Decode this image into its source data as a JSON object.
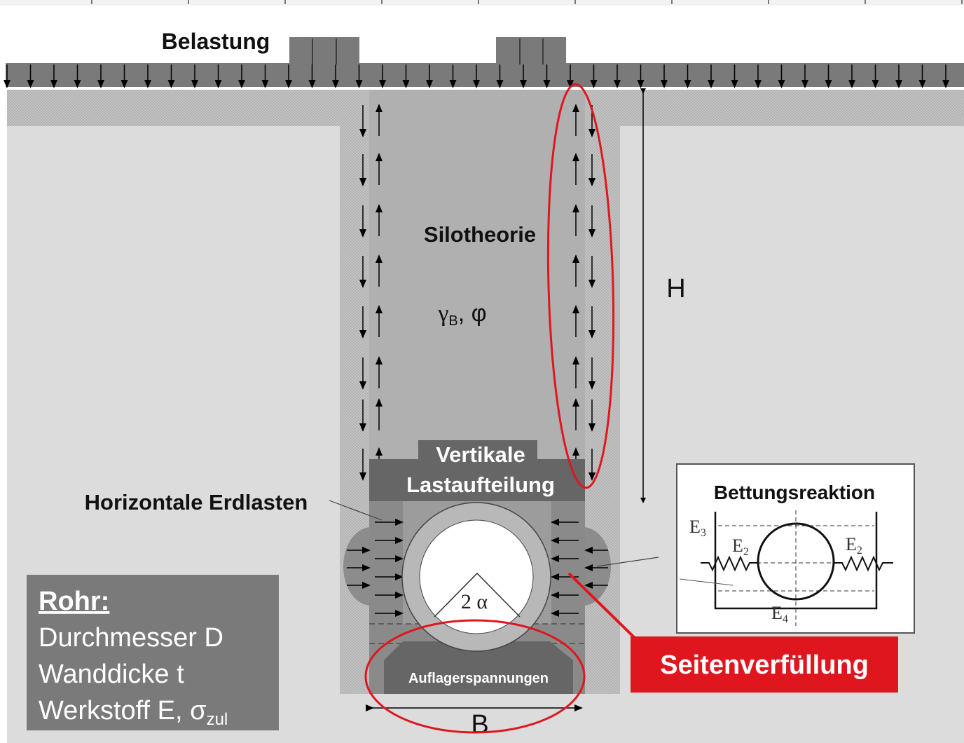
{
  "labels": {
    "load": "Belastung",
    "silo": "Silotheorie",
    "soil_gamma": "γ",
    "soil_gamma_sub": "B",
    "soil_phi": ", φ",
    "height": "H",
    "vertical_line1": "Vertikale",
    "vertical_line2": "Lastaufteilung",
    "horizontal": "Horizontale Erdlasten",
    "angle": "2 α",
    "support": "Auflagerspannungen",
    "width": "B",
    "side_fill": "Seitenverfüllung"
  },
  "bedding": {
    "title": "Bettungsreaktion",
    "e3": "E",
    "e3_sub": "3",
    "e2_left": "E",
    "e2_left_sub": "2",
    "e2_right": "E",
    "e2_right_sub": "2",
    "e4": "E",
    "e4_sub": "4"
  },
  "pipe": {
    "title": "Rohr:",
    "line1": "Durchmesser D",
    "line2": "Wanddicke t",
    "line3_main": "Werkstoff E, σ",
    "line3_sub": "zul"
  },
  "colors": {
    "highlight": "#e0161f",
    "dark": "#666666",
    "ground": "#dcdcdc"
  }
}
